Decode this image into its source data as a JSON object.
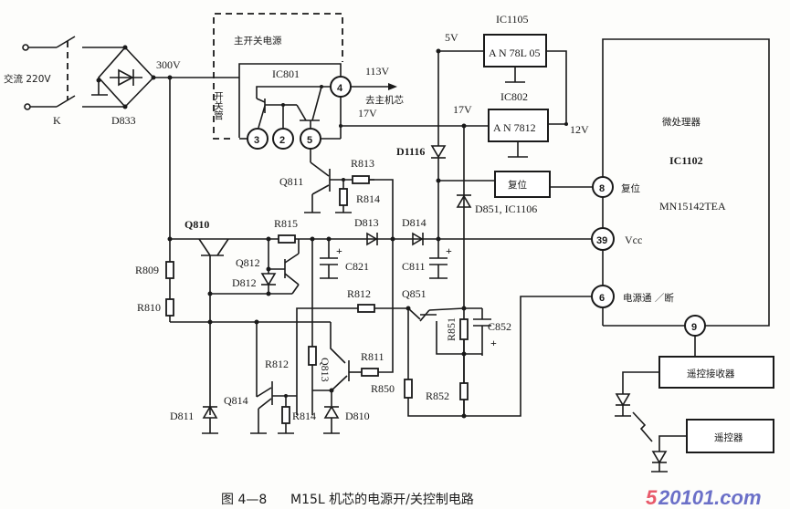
{
  "figure": {
    "caption_number": "图 4—8",
    "caption_title": "M15L 机芯的电源开/关控制电路",
    "watermark_prefix": "5",
    "watermark_suffix": "20101.com",
    "watermark_colors": {
      "prefix": "#e85a6a",
      "suffix": "#6b70c8"
    }
  },
  "input": {
    "ac_label": "交流 220V",
    "switch_label": "K",
    "bridge_label": "D833",
    "rail_300v": "300V"
  },
  "main_psu": {
    "title": "主开关电源",
    "switch_tube_label": "开关管",
    "ic_label": "IC801",
    "pins": [
      "3",
      "2",
      "5",
      "4"
    ],
    "out_113v": "113V",
    "out_113v_dest": "去主机芯",
    "out_17v": "17V"
  },
  "regulators": {
    "rail_5v": "5V",
    "rail_17v": "17V",
    "rail_12v": "12V",
    "ic1105_label": "IC1105",
    "ic1105_part": "A N 78L 05",
    "ic802_label": "IC802",
    "ic802_part": "A N 7812"
  },
  "mcu": {
    "name_cn": "微处理器",
    "ref": "IC1102",
    "part": "MN15142TEA",
    "pins": [
      {
        "num": "8",
        "label": "复位"
      },
      {
        "num": "39",
        "label": "Vcc"
      },
      {
        "num": "6",
        "label": "电源通 ／断"
      },
      {
        "num": "9",
        "label": ""
      }
    ]
  },
  "reset_block": {
    "label": "复位",
    "ref": "D851, IC1106"
  },
  "remote": {
    "receiver_label": "遥控接收器",
    "transmitter_label": "遥控器"
  },
  "components": {
    "D1116": "D1116",
    "Q811": "Q811",
    "R813": "R813",
    "R814a": "R814",
    "Q810": "Q810",
    "R815": "R815",
    "D813": "D813",
    "D814": "D814",
    "Q812": "Q812",
    "D812": "D812",
    "C821": "C821",
    "C811": "C811",
    "R809": "R809",
    "R810": "R810",
    "R812a": "R812",
    "Q851": "Q851",
    "R851": "R851",
    "C852": "C852",
    "R812b": "R812",
    "Q813": "Q813",
    "R811": "R811",
    "R850": "R850",
    "R852": "R852",
    "D811": "D811",
    "Q814": "Q814",
    "R814b": "R814",
    "D810": "D810",
    "plus": "+"
  }
}
